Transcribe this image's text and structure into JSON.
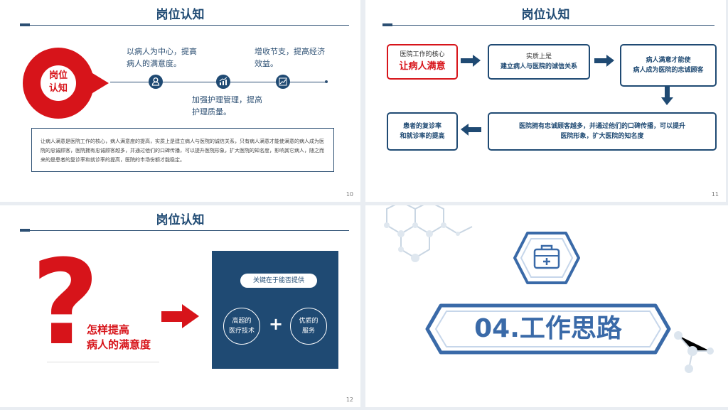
{
  "slide10": {
    "title": "岗位认知",
    "pin_line1": "岗位",
    "pin_line2": "认知",
    "point1_line1": "以病人为中心，提高",
    "point1_line2": "病人的满意度。",
    "point2_line1": "加强护理管理，提高",
    "point2_line2": "护理质量。",
    "point3_line1": "增收节支，提高经济",
    "point3_line2": "效益。",
    "paragraph": "让病人满意是医院工作的核心，病人满意度的提高，实质上是建立病人与医院的诚信关系，只有病人满意才能使满意的病人成为医院的忠诚顾客，医院拥有忠诚顾客越多，并通过他们的口碑传播，可以提升医院形象，扩大医院的知名度，影响其它病人，随之而来的是患者的复诊率和就诊率的提高，医院的市场份额才能稳定。",
    "page": "10"
  },
  "slide11": {
    "title": "岗位认知",
    "box1_small": "医院工作的核心",
    "box1_main": "让病人满意",
    "box2_small": "实质上是",
    "box2_main": "建立病人与医院的诚信关系",
    "box3_line1": "病人满意才能使",
    "box3_line2": "病人成为医院的忠诚顾客",
    "box4_line1": "医院拥有忠诚顾客越多，并通过他们的口碑传播，可以提升",
    "box4_line2": "医院形象，扩大医院的知名度",
    "box5_line1": "患者的复诊率",
    "box5_line2": "和就诊率的提高",
    "page": "11"
  },
  "slide12": {
    "title": "岗位认知",
    "question_mark": "?",
    "question_line1": "怎样提高",
    "question_line2": "病人的满意度",
    "pill": "关键在于能否提供",
    "circle1_line1": "高超的",
    "circle1_line2": "医疗技术",
    "plus": "+",
    "circle2_line1": "优质的",
    "circle2_line2": "服务",
    "page": "12"
  },
  "slide13": {
    "section_title": "04.工作思路",
    "icon": "medical-kit-icon"
  },
  "colors": {
    "navy": "#1f4a73",
    "red": "#d7141a",
    "banner_blue": "#3a6aa8"
  }
}
